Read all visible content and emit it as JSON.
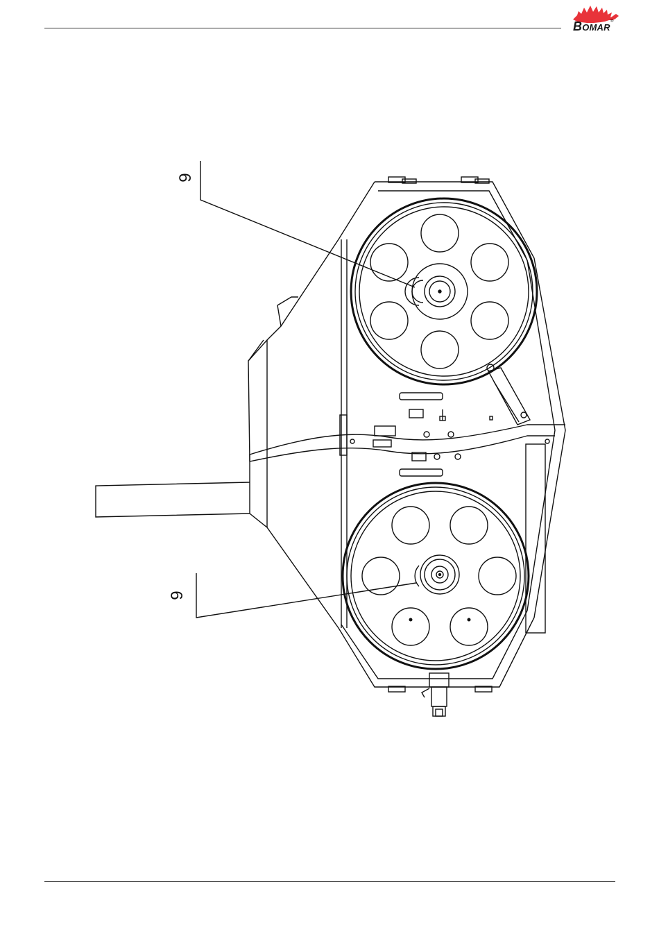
{
  "header": {
    "logo": {
      "icon": "stegosaurus-logo-icon",
      "brand_first": "B",
      "brand_rest": "OMAR",
      "reg_mark": "®",
      "color": "#e8333a"
    }
  },
  "figure": {
    "callouts": [
      {
        "label": "9"
      },
      {
        "label": "9"
      }
    ]
  }
}
